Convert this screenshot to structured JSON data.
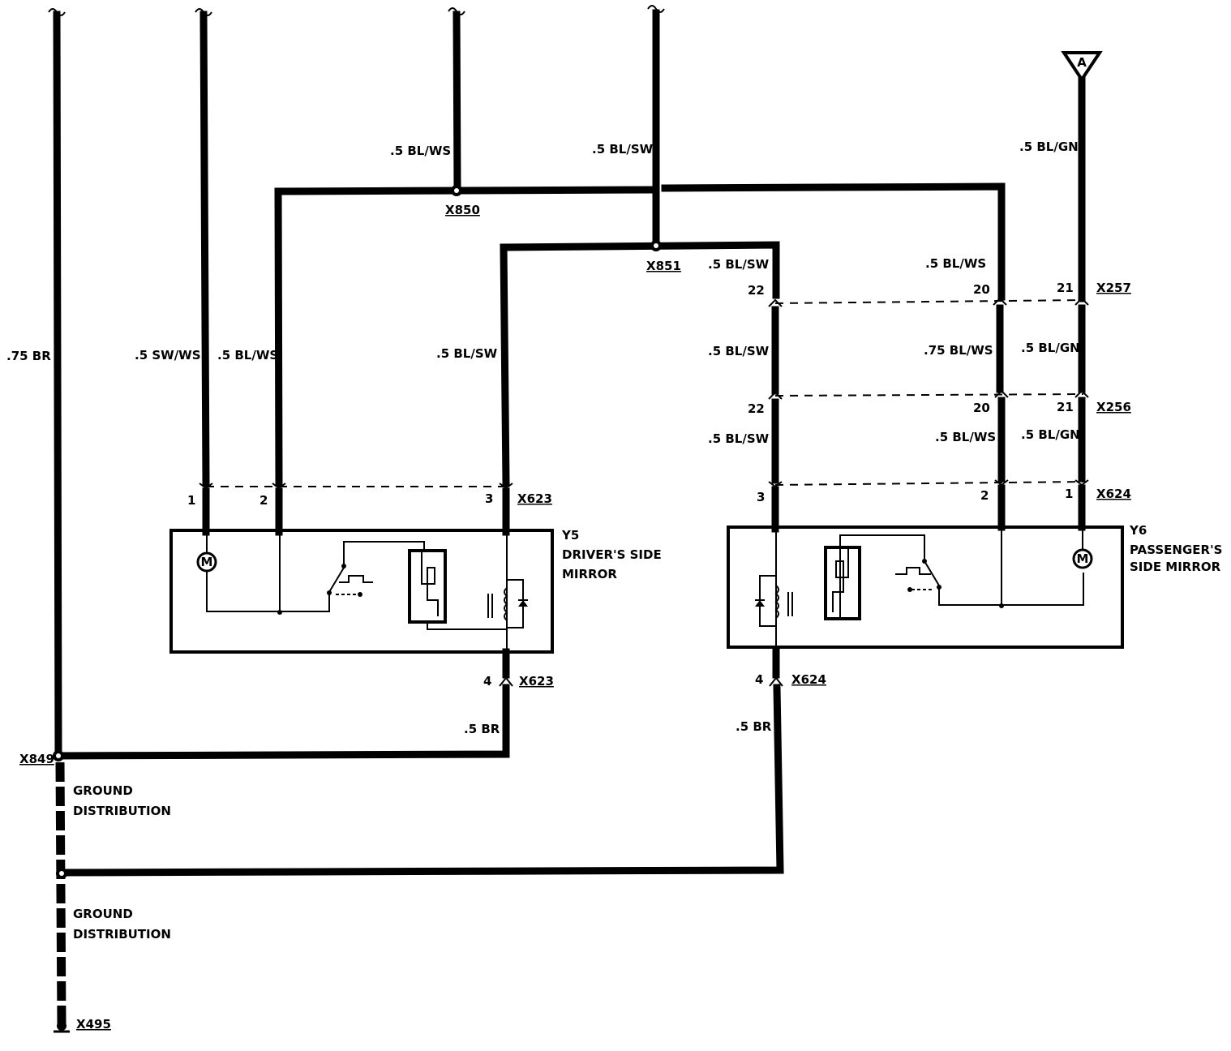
{
  "wires": {
    "br_075": ".75 BR",
    "sw_ws": ".5 SW/WS",
    "bl_ws_left": ".5 BL/WS",
    "bl_ws_top": ".5 BL/WS",
    "bl_sw_top": ".5 BL/SW",
    "bl_sw_left": ".5 BL/SW",
    "bl_gn_top": ".5 BL/GN",
    "bl_sw_r1": ".5 BL/SW",
    "bl_ws_r1": ".5  BL/WS",
    "bl_sw_r2": ".5 BL/SW",
    "bl_ws_r2": ".75 BL/WS",
    "bl_gn_r2": ".5 BL/GN",
    "bl_sw_r3": ".5 BL/SW",
    "bl_ws_r3": ".5 BL/WS",
    "bl_gn_r3": ".5 BL/GN",
    "br_left": ".5 BR",
    "br_right": ".5 BR"
  },
  "connectors": {
    "x850": "X850",
    "x851": "X851",
    "x257": "X257",
    "x256": "X256",
    "x623_top": "X623",
    "x623_bot": "X623",
    "x624_top": "X624",
    "x624_bot": "X624",
    "x849": "X849",
    "x495": "X495",
    "ref_a": "A"
  },
  "pins": {
    "p1": "1",
    "p2": "2",
    "p3": "3",
    "p4l": "4",
    "r22a": "22",
    "r20a": "20",
    "r21a": "21",
    "r22b": "22",
    "r20b": "20",
    "r21b": "21",
    "r3": "3",
    "r2": "2",
    "r1": "1",
    "r4": "4"
  },
  "components": {
    "y5_id": "Y5",
    "y5_name_1": "DRIVER'S SIDE",
    "y5_name_2": "MIRROR",
    "y6_id": "Y6",
    "y6_name_1": "PASSENGER'S",
    "y6_name_2": "SIDE MIRROR",
    "motor_symbol": "M"
  },
  "ground": {
    "label1_a": "GROUND",
    "label1_b": "DISTRIBUTION",
    "label2_a": "GROUND",
    "label2_b": "DISTRIBUTION"
  }
}
